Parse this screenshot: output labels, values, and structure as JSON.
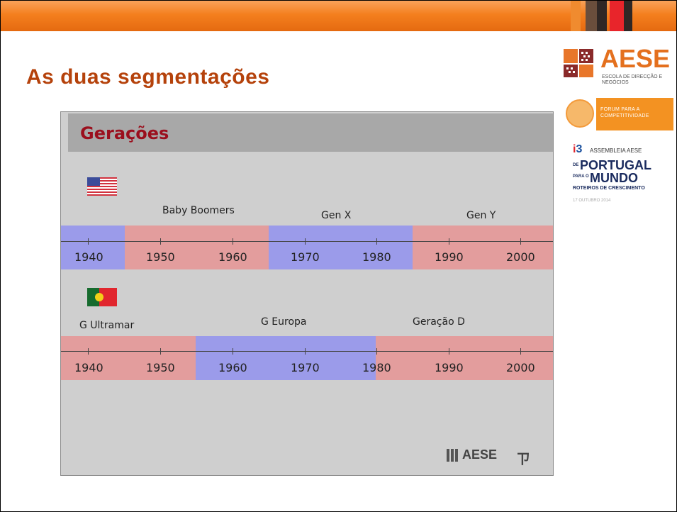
{
  "header": {
    "title": "As duas segmentações"
  },
  "logos": {
    "aese": "AESE",
    "aese_sub": "ESCOLA DE DIRECÇÃO E NEGÓCIOS",
    "forum_text": "FORUM PARA A COMPETITIVIDADE",
    "assembleia": "ASSEMBLEIA AESE",
    "de": "DE",
    "portugal": "PORTUGAL",
    "para_o": "PARA O",
    "mundo": "MUNDO",
    "roteiros": "ROTEIROS DE CRESCIMENTO",
    "date": "17 OUTUBRO 2014",
    "footer_aese": "AESE"
  },
  "slide": {
    "title": "Gerações",
    "us": {
      "labels": [
        "Baby Boomers",
        "Gen X",
        "Gen Y"
      ],
      "years": [
        "1940",
        "1950",
        "1960",
        "1970",
        "1980",
        "1990",
        "2000"
      ]
    },
    "pt": {
      "labels": [
        "G Ultramar",
        "G Europa",
        "Geração D"
      ],
      "years": [
        "1940",
        "1950",
        "1960",
        "1970",
        "1980",
        "1990",
        "2000"
      ]
    }
  },
  "colors": {
    "orange_bar": "#f47f1e",
    "title": "#b5420b",
    "slide_title": "#9b0f1d",
    "blue_band": "#9b9bea",
    "red_band": "#e39d9d"
  }
}
